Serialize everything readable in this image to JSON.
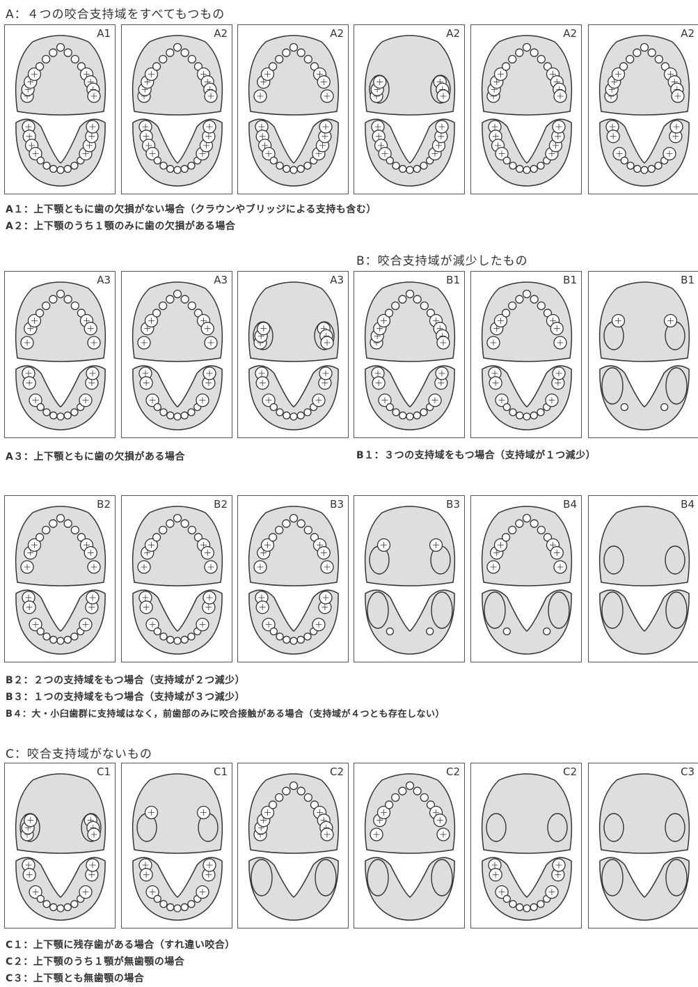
{
  "headings": {
    "a": "A：４つの咬合支持域をすべてもつもの",
    "b": "B：咬合支持域が減少したもの",
    "c": "C：咬合支持域がないもの"
  },
  "rows": [
    {
      "panels": [
        {
          "label": "A1",
          "upper": "full",
          "lower": "full"
        },
        {
          "label": "A2",
          "upper": "full",
          "lower": "full"
        },
        {
          "label": "A2",
          "upper": "partial",
          "lower": "full"
        },
        {
          "label": "A2",
          "upper": "posterior",
          "lower": "full"
        },
        {
          "label": "A2",
          "upper": "full",
          "lower": "full"
        },
        {
          "label": "A2",
          "upper": "full",
          "lower": "partial"
        }
      ]
    },
    {
      "panels": [
        {
          "label": "A3",
          "upper": "partial",
          "lower": "partial"
        },
        {
          "label": "A3",
          "upper": "partial",
          "lower": "partial"
        },
        {
          "label": "A3",
          "upper": "posterior",
          "lower": "partial"
        },
        {
          "label": "B1",
          "upper": "full",
          "lower": "partial"
        },
        {
          "label": "B1",
          "upper": "partial",
          "lower": "partial"
        },
        {
          "label": "B1",
          "upper": "sparse",
          "lower": "sparse"
        }
      ]
    },
    {
      "panels": [
        {
          "label": "B2",
          "upper": "partial",
          "lower": "partial"
        },
        {
          "label": "B2",
          "upper": "partial",
          "lower": "partial"
        },
        {
          "label": "B3",
          "upper": "partial",
          "lower": "partial"
        },
        {
          "label": "B3",
          "upper": "sparse",
          "lower": "sparse"
        },
        {
          "label": "B4",
          "upper": "partial",
          "lower": "sparse"
        },
        {
          "label": "B4",
          "upper": "pads",
          "lower": "pads"
        }
      ]
    },
    {
      "panels": [
        {
          "label": "C1",
          "upper": "posterior",
          "lower": "partial"
        },
        {
          "label": "C1",
          "upper": "sparse",
          "lower": "partial"
        },
        {
          "label": "C2",
          "upper": "full",
          "lower": "pads"
        },
        {
          "label": "C2",
          "upper": "partial",
          "lower": "pads"
        },
        {
          "label": "C2",
          "upper": "pads",
          "lower": "partial"
        },
        {
          "label": "C3",
          "upper": "pads",
          "lower": "pads"
        }
      ]
    }
  ],
  "captions": {
    "row1": [
      "A１：上下顎ともに歯の欠損がない場合（クラウンやブリッジによる支持も含む）",
      "A２：上下顎のうち１顎のみに歯の欠損がある場合"
    ],
    "row2_left": "A３：上下顎ともに歯の欠損がある場合",
    "row2_right": "B１：３つの支持域をもつ場合（支持域が１つ減少）",
    "row3": [
      "B２：２つの支持域をもつ場合（支持域が２つ減少）",
      "B３：１つの支持域をもつ場合（支持域が３つ減少）",
      "B４：大・小臼歯群に支持域はなく，前歯部のみに咬合接触がある場合（支持域が４つとも存在しない）"
    ],
    "row4": [
      "C１：上下顎に残存歯がある場合（すれ違い咬合）",
      "C２：上下顎のうち１顎が無歯顎の場合",
      "C３：上下顎とも無歯顎の場合"
    ]
  },
  "colors": {
    "fill": "#dedede",
    "stroke": "#333333",
    "panel_border": "#555555"
  }
}
